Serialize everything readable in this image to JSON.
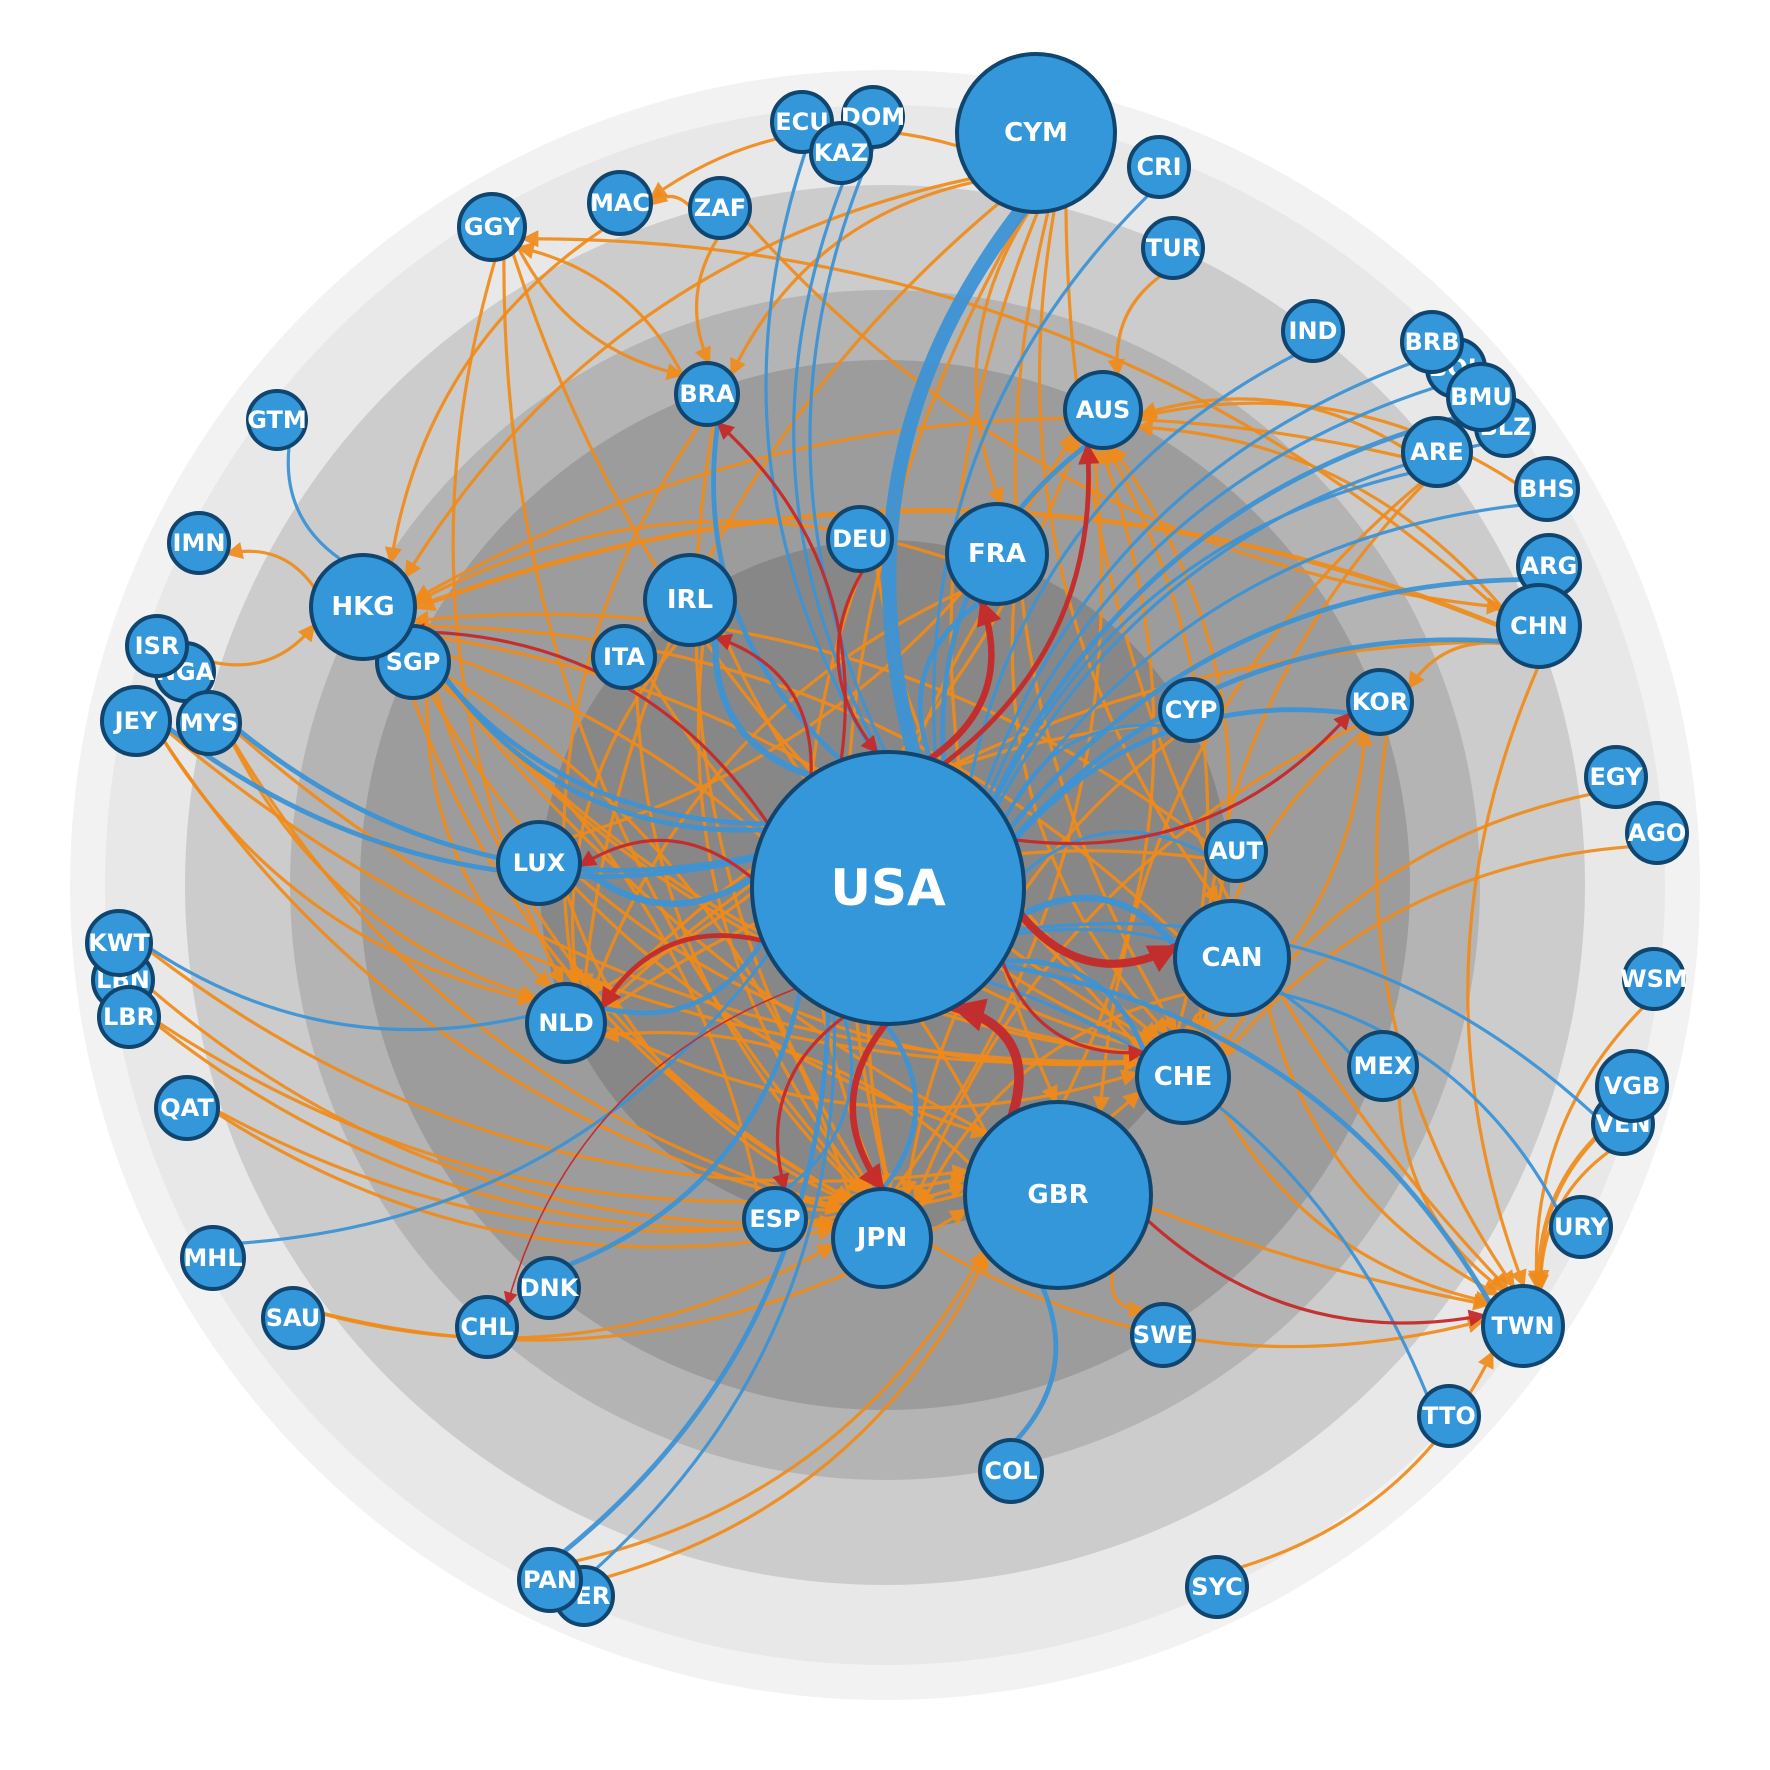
{
  "colors": {
    "node_fill": "#3497da",
    "node_stroke": "#0f456e",
    "node_label": "#ffffff",
    "edge_blue": "#3d92d4",
    "edge_orange": "#f08b1a",
    "edge_red": "#c62a2a",
    "ring_colors": [
      "#f2f2f2",
      "#e8e8e8",
      "#cccccc",
      "#b4b4b4",
      "#9c9c9c",
      "#878787"
    ]
  },
  "nodes": [
    {
      "id": "USA",
      "label": "USA"
    },
    {
      "id": "CYM",
      "label": "CYM"
    },
    {
      "id": "GBR",
      "label": "GBR"
    },
    {
      "id": "CAN",
      "label": "CAN"
    },
    {
      "id": "HKG",
      "label": "HKG"
    },
    {
      "id": "FRA",
      "label": "FRA"
    },
    {
      "id": "JPN",
      "label": "JPN"
    },
    {
      "id": "CHE",
      "label": "CHE"
    },
    {
      "id": "IRL",
      "label": "IRL"
    },
    {
      "id": "LUX",
      "label": "LUX"
    },
    {
      "id": "NLD",
      "label": "NLD"
    },
    {
      "id": "AUS",
      "label": "AUS"
    },
    {
      "id": "CHN",
      "label": "CHN"
    },
    {
      "id": "SGP",
      "label": "SGP"
    },
    {
      "id": "TWN",
      "label": "TWN"
    },
    {
      "id": "BRA",
      "label": "BRA"
    },
    {
      "id": "DEU",
      "label": "DEU"
    },
    {
      "id": "KOR",
      "label": "KOR"
    },
    {
      "id": "ARE",
      "label": "ARE"
    },
    {
      "id": "MEX",
      "label": "MEX"
    },
    {
      "id": "ITA",
      "label": "ITA"
    },
    {
      "id": "AUT",
      "label": "AUT"
    },
    {
      "id": "ESP",
      "label": "ESP"
    },
    {
      "id": "CYP",
      "label": "CYP"
    },
    {
      "id": "DNK",
      "label": "DNK"
    },
    {
      "id": "CHL",
      "label": "CHL"
    },
    {
      "id": "SWE",
      "label": "SWE"
    },
    {
      "id": "COL",
      "label": "COL"
    },
    {
      "id": "VGB",
      "label": "VGB"
    },
    {
      "id": "ARG",
      "label": "ARG"
    },
    {
      "id": "BHS",
      "label": "BHS"
    },
    {
      "id": "BMU",
      "label": "BMU"
    },
    {
      "id": "BLZ",
      "label": "BLZ"
    },
    {
      "id": "BOL",
      "label": "BOL"
    },
    {
      "id": "BRB",
      "label": "BRB"
    },
    {
      "id": "IND",
      "label": "IND"
    },
    {
      "id": "TUR",
      "label": "TUR"
    },
    {
      "id": "CRI",
      "label": "CRI"
    },
    {
      "id": "DOM",
      "label": "DOM"
    },
    {
      "id": "ECU",
      "label": "ECU"
    },
    {
      "id": "KAZ",
      "label": "KAZ"
    },
    {
      "id": "ZAF",
      "label": "ZAF"
    },
    {
      "id": "MAC",
      "label": "MAC"
    },
    {
      "id": "GGY",
      "label": "GGY"
    },
    {
      "id": "GTM",
      "label": "GTM"
    },
    {
      "id": "IMN",
      "label": "IMN"
    },
    {
      "id": "ISR",
      "label": "ISR"
    },
    {
      "id": "NGA",
      "label": "NGA"
    },
    {
      "id": "JEY",
      "label": "JEY"
    },
    {
      "id": "MYS",
      "label": "MYS"
    },
    {
      "id": "KWT",
      "label": "KWT"
    },
    {
      "id": "LBN",
      "label": "LBN"
    },
    {
      "id": "LBR",
      "label": "LBR"
    },
    {
      "id": "QAT",
      "label": "QAT"
    },
    {
      "id": "MHL",
      "label": "MHL"
    },
    {
      "id": "SAU",
      "label": "SAU"
    },
    {
      "id": "PAN",
      "label": "PAN"
    },
    {
      "id": "PER",
      "label": "PER"
    },
    {
      "id": "SYC",
      "label": "SYC"
    },
    {
      "id": "TTO",
      "label": "TTO"
    },
    {
      "id": "URY",
      "label": "URY"
    },
    {
      "id": "VEN",
      "label": "VEN"
    },
    {
      "id": "WSM",
      "label": "WSM"
    },
    {
      "id": "EGY",
      "label": "EGY"
    },
    {
      "id": "AGO",
      "label": "AGO"
    }
  ],
  "edges": [
    {
      "from": "USA",
      "to": "CAN",
      "kind": "red",
      "weight": 5
    },
    {
      "from": "USA",
      "to": "FRA",
      "kind": "red",
      "weight": 4
    },
    {
      "from": "USA",
      "to": "AUS",
      "kind": "red",
      "weight": 3
    },
    {
      "from": "USA",
      "to": "JPN",
      "kind": "red",
      "weight": 4
    },
    {
      "from": "USA",
      "to": "NLD",
      "kind": "red",
      "weight": 3
    },
    {
      "from": "USA",
      "to": "HKG",
      "kind": "red",
      "weight": 2
    },
    {
      "from": "USA",
      "to": "CHE",
      "kind": "red",
      "weight": 2
    },
    {
      "from": "USA",
      "to": "LUX",
      "kind": "red",
      "weight": 2
    },
    {
      "from": "USA",
      "to": "IRL",
      "kind": "red",
      "weight": 2
    },
    {
      "from": "USA",
      "to": "BRA",
      "kind": "red",
      "weight": 2
    },
    {
      "from": "USA",
      "to": "KOR",
      "kind": "red",
      "weight": 2
    },
    {
      "from": "USA",
      "to": "ESP",
      "kind": "red",
      "weight": 2
    },
    {
      "from": "USA",
      "to": "CHL",
      "kind": "red",
      "weight": 1
    },
    {
      "from": "GBR",
      "to": "TWN",
      "kind": "red",
      "weight": 2
    },
    {
      "from": "GBR",
      "to": "USA",
      "kind": "red",
      "weight": 6
    },
    {
      "from": "CYM",
      "to": "USA",
      "kind": "blue",
      "weight": 9
    },
    {
      "from": "GBR",
      "to": "USA",
      "kind": "blue",
      "weight": 4
    },
    {
      "from": "DEU",
      "to": "USA",
      "kind": "red",
      "weight": 2
    },
    {
      "from": "CYM",
      "to": "MAC",
      "kind": "orange",
      "weight": 2
    },
    {
      "from": "CYM",
      "to": "HKG",
      "kind": "orange",
      "weight": 2
    },
    {
      "from": "CYM",
      "to": "FRA",
      "kind": "orange",
      "weight": 2
    },
    {
      "from": "CYM",
      "to": "GBR",
      "kind": "orange",
      "weight": 2
    },
    {
      "from": "CYM",
      "to": "CHE",
      "kind": "orange",
      "weight": 2
    },
    {
      "from": "CYM",
      "to": "JPN",
      "kind": "orange",
      "weight": 2
    },
    {
      "from": "CYM",
      "to": "TWN",
      "kind": "orange",
      "weight": 2
    },
    {
      "from": "CYM",
      "to": "NLD",
      "kind": "orange",
      "weight": 2
    },
    {
      "from": "CYM",
      "to": "BRA",
      "kind": "orange",
      "weight": 2
    },
    {
      "from": "CYM",
      "to": "CAN",
      "kind": "orange",
      "weight": 2
    },
    {
      "from": "CHN",
      "to": "HKG",
      "kind": "orange",
      "weight": 3
    },
    {
      "from": "CHN",
      "to": "GGY",
      "kind": "orange",
      "weight": 2
    },
    {
      "from": "CHN",
      "to": "AUS",
      "kind": "orange",
      "weight": 2
    },
    {
      "from": "CHN",
      "to": "NLD",
      "kind": "orange",
      "weight": 2
    },
    {
      "from": "CHN",
      "to": "TWN",
      "kind": "orange",
      "weight": 2
    },
    {
      "from": "ARE",
      "to": "HKG",
      "kind": "orange",
      "weight": 2
    },
    {
      "from": "ARE",
      "to": "GBR",
      "kind": "orange",
      "weight": 2
    },
    {
      "from": "ARE",
      "to": "CHE",
      "kind": "orange",
      "weight": 2
    },
    {
      "from": "GGY",
      "to": "NLD",
      "kind": "orange",
      "weight": 2
    },
    {
      "from": "GGY",
      "to": "JPN",
      "kind": "orange",
      "weight": 2
    },
    {
      "from": "GGY",
      "to": "CHE",
      "kind": "orange",
      "weight": 2
    },
    {
      "from": "HKG",
      "to": "JPN",
      "kind": "orange",
      "weight": 2
    },
    {
      "from": "HKG",
      "to": "CHE",
      "kind": "orange",
      "weight": 2
    },
    {
      "from": "HKG",
      "to": "GBR",
      "kind": "orange",
      "weight": 2
    },
    {
      "from": "HKG",
      "to": "IMN",
      "kind": "orange",
      "weight": 2
    },
    {
      "from": "SGP",
      "to": "NLD",
      "kind": "orange",
      "weight": 2
    },
    {
      "from": "SGP",
      "to": "JPN",
      "kind": "orange",
      "weight": 2
    },
    {
      "from": "SGP",
      "to": "CHE",
      "kind": "orange",
      "weight": 2
    },
    {
      "from": "IRL",
      "to": "CHE",
      "kind": "orange",
      "weight": 2
    },
    {
      "from": "IRL",
      "to": "JPN",
      "kind": "orange",
      "weight": 2
    },
    {
      "from": "IRL",
      "to": "NLD",
      "kind": "orange",
      "weight": 2
    },
    {
      "from": "LUX",
      "to": "CHE",
      "kind": "orange",
      "weight": 2
    },
    {
      "from": "LUX",
      "to": "JPN",
      "kind": "orange",
      "weight": 2
    },
    {
      "from": "LUX",
      "to": "AUS",
      "kind": "orange",
      "weight": 2
    },
    {
      "from": "NLD",
      "to": "AUS",
      "kind": "orange",
      "weight": 2
    },
    {
      "from": "NLD",
      "to": "CHE",
      "kind": "orange",
      "weight": 2
    },
    {
      "from": "FRA",
      "to": "CHE",
      "kind": "orange",
      "weight": 2
    },
    {
      "from": "FRA",
      "to": "NLD",
      "kind": "orange",
      "weight": 2
    },
    {
      "from": "FRA",
      "to": "JPN",
      "kind": "orange",
      "weight": 2
    },
    {
      "from": "FRA",
      "to": "HKG",
      "kind": "orange",
      "weight": 2
    },
    {
      "from": "CAN",
      "to": "CHE",
      "kind": "orange",
      "weight": 2
    },
    {
      "from": "CAN",
      "to": "JPN",
      "kind": "orange",
      "weight": 2
    },
    {
      "from": "CAN",
      "to": "HKG",
      "kind": "orange",
      "weight": 2
    },
    {
      "from": "CAN",
      "to": "AUS",
      "kind": "orange",
      "weight": 2
    },
    {
      "from": "CHE",
      "to": "AUS",
      "kind": "orange",
      "weight": 2
    },
    {
      "from": "CHE",
      "to": "KOR",
      "kind": "orange",
      "weight": 2
    },
    {
      "from": "CHE",
      "to": "HKG",
      "kind": "orange",
      "weight": 2
    },
    {
      "from": "JPN",
      "to": "HKG",
      "kind": "orange",
      "weight": 2
    },
    {
      "from": "JPN",
      "to": "AUS",
      "kind": "orange",
      "weight": 2
    },
    {
      "from": "GBR",
      "to": "SWE",
      "kind": "orange",
      "weight": 2
    },
    {
      "from": "GBR",
      "to": "HKG",
      "kind": "orange",
      "weight": 2
    },
    {
      "from": "GBR",
      "to": "NLD",
      "kind": "orange",
      "weight": 2
    },
    {
      "from": "GBR",
      "to": "AUS",
      "kind": "orange",
      "weight": 2
    },
    {
      "from": "AUT",
      "to": "NLD",
      "kind": "orange",
      "weight": 2
    },
    {
      "from": "AUT",
      "to": "HKG",
      "kind": "orange",
      "weight": 2
    },
    {
      "from": "CYP",
      "to": "NLD",
      "kind": "orange",
      "weight": 2
    },
    {
      "from": "CYP",
      "to": "JPN",
      "kind": "orange",
      "weight": 2
    },
    {
      "from": "KOR",
      "to": "JPN",
      "kind": "orange",
      "weight": 2
    },
    {
      "from": "KOR",
      "to": "CHE",
      "kind": "orange",
      "weight": 2
    },
    {
      "from": "ITA",
      "to": "CHE",
      "kind": "orange",
      "weight": 2
    },
    {
      "from": "ITA",
      "to": "JPN",
      "kind": "orange",
      "weight": 2
    },
    {
      "from": "DEU",
      "to": "CHE",
      "kind": "orange",
      "weight": 2
    },
    {
      "from": "DEU",
      "to": "JPN",
      "kind": "orange",
      "weight": 2
    },
    {
      "from": "BRA",
      "to": "JPN",
      "kind": "orange",
      "weight": 2
    },
    {
      "from": "BRA",
      "to": "NLD",
      "kind": "orange",
      "weight": 2
    },
    {
      "from": "ESP",
      "to": "HKG",
      "kind": "orange",
      "weight": 2
    },
    {
      "from": "ESP",
      "to": "CHE",
      "kind": "orange",
      "weight": 2
    },
    {
      "from": "ZAF",
      "to": "MAC",
      "kind": "orange",
      "weight": 2
    },
    {
      "from": "ZAF",
      "to": "BRA",
      "kind": "orange",
      "weight": 2
    },
    {
      "from": "ZAF",
      "to": "CHN",
      "kind": "orange",
      "weight": 2
    },
    {
      "from": "GGY",
      "to": "BRA",
      "kind": "orange",
      "weight": 2
    },
    {
      "from": "BRA",
      "to": "GGY",
      "kind": "orange",
      "weight": 2
    },
    {
      "from": "TUR",
      "to": "AUS",
      "kind": "orange",
      "weight": 2
    },
    {
      "from": "MAC",
      "to": "HKG",
      "kind": "orange",
      "weight": 2
    },
    {
      "from": "JEY",
      "to": "NLD",
      "kind": "orange",
      "weight": 2
    },
    {
      "from": "JEY",
      "to": "CHE",
      "kind": "orange",
      "weight": 2
    },
    {
      "from": "JEY",
      "to": "JPN",
      "kind": "orange",
      "weight": 2
    },
    {
      "from": "MYS",
      "to": "CHE",
      "kind": "orange",
      "weight": 2
    },
    {
      "from": "MYS",
      "to": "JPN",
      "kind": "orange",
      "weight": 2
    },
    {
      "from": "MYS",
      "to": "NLD",
      "kind": "orange",
      "weight": 2
    },
    {
      "from": "NGA",
      "to": "HKG",
      "kind": "orange",
      "weight": 2
    },
    {
      "from": "KWT",
      "to": "GBR",
      "kind": "orange",
      "weight": 2
    },
    {
      "from": "LBN",
      "to": "JPN",
      "kind": "orange",
      "weight": 2
    },
    {
      "from": "LBR",
      "to": "GBR",
      "kind": "orange",
      "weight": 2
    },
    {
      "from": "LBR",
      "to": "JPN",
      "kind": "orange",
      "weight": 2
    },
    {
      "from": "QAT",
      "to": "GBR",
      "kind": "orange",
      "weight": 2
    },
    {
      "from": "QAT",
      "to": "JPN",
      "kind": "orange",
      "weight": 2
    },
    {
      "from": "SAU",
      "to": "GBR",
      "kind": "orange",
      "weight": 2
    },
    {
      "from": "SAU",
      "to": "JPN",
      "kind": "orange",
      "weight": 2
    },
    {
      "from": "PAN",
      "to": "GBR",
      "kind": "orange",
      "weight": 2
    },
    {
      "from": "PER",
      "to": "GBR",
      "kind": "orange",
      "weight": 2
    },
    {
      "from": "SYC",
      "to": "TWN",
      "kind": "orange",
      "weight": 2
    },
    {
      "from": "VGB",
      "to": "TWN",
      "kind": "orange",
      "weight": 3
    },
    {
      "from": "WSM",
      "to": "TWN",
      "kind": "orange",
      "weight": 2
    },
    {
      "from": "VEN",
      "to": "TWN",
      "kind": "orange",
      "weight": 2
    },
    {
      "from": "EGY",
      "to": "CHE",
      "kind": "orange",
      "weight": 2
    },
    {
      "from": "AGO",
      "to": "CHE",
      "kind": "orange",
      "weight": 2
    },
    {
      "from": "CHN",
      "to": "KOR",
      "kind": "orange",
      "weight": 2
    },
    {
      "from": "BHS",
      "to": "AUS",
      "kind": "orange",
      "weight": 2
    },
    {
      "from": "ARE",
      "to": "AUS",
      "kind": "orange",
      "weight": 2
    },
    {
      "from": "CHE",
      "to": "TWN",
      "kind": "orange",
      "weight": 2
    },
    {
      "from": "CAN",
      "to": "TWN",
      "kind": "orange",
      "weight": 2
    },
    {
      "from": "KOR",
      "to": "TWN",
      "kind": "orange",
      "weight": 2
    },
    {
      "from": "HKG",
      "to": "TWN",
      "kind": "orange",
      "weight": 2
    },
    {
      "from": "MEX",
      "to": "TWN",
      "kind": "orange",
      "weight": 2
    },
    {
      "from": "JPN",
      "to": "TWN",
      "kind": "orange",
      "weight": 2
    },
    {
      "from": "ECU",
      "to": "USA",
      "kind": "blue",
      "weight": 2
    },
    {
      "from": "DOM",
      "to": "USA",
      "kind": "blue",
      "weight": 2
    },
    {
      "from": "KAZ",
      "to": "USA",
      "kind": "blue",
      "weight": 2
    },
    {
      "from": "CRI",
      "to": "USA",
      "kind": "blue",
      "weight": 2
    },
    {
      "from": "IND",
      "to": "USA",
      "kind": "blue",
      "weight": 2
    },
    {
      "from": "BRB",
      "to": "USA",
      "kind": "blue",
      "weight": 2
    },
    {
      "from": "BOL",
      "to": "USA",
      "kind": "blue",
      "weight": 2
    },
    {
      "from": "BMU",
      "to": "USA",
      "kind": "blue",
      "weight": 3
    },
    {
      "from": "BLZ",
      "to": "USA",
      "kind": "blue",
      "weight": 2
    },
    {
      "from": "ARE",
      "to": "USA",
      "kind": "blue",
      "weight": 2
    },
    {
      "from": "BHS",
      "to": "USA",
      "kind": "blue",
      "weight": 2
    },
    {
      "from": "ARG",
      "to": "USA",
      "kind": "blue",
      "weight": 3
    },
    {
      "from": "CHN",
      "to": "USA",
      "kind": "blue",
      "weight": 3
    },
    {
      "from": "KOR",
      "to": "USA",
      "kind": "blue",
      "weight": 3
    },
    {
      "from": "CYP",
      "to": "USA",
      "kind": "blue",
      "weight": 2
    },
    {
      "from": "AUT",
      "to": "USA",
      "kind": "blue",
      "weight": 2
    },
    {
      "from": "GTM",
      "to": "HKG",
      "kind": "blue",
      "weight": 2
    },
    {
      "from": "HKG",
      "to": "USA",
      "kind": "blue",
      "weight": 3
    },
    {
      "from": "SGP",
      "to": "USA",
      "kind": "blue",
      "weight": 3
    },
    {
      "from": "JEY",
      "to": "USA",
      "kind": "blue",
      "weight": 3
    },
    {
      "from": "MYS",
      "to": "USA",
      "kind": "blue",
      "weight": 3
    },
    {
      "from": "KWT",
      "to": "NLD",
      "kind": "blue",
      "weight": 2
    },
    {
      "from": "NLD",
      "to": "USA",
      "kind": "blue",
      "weight": 3
    },
    {
      "from": "LUX",
      "to": "USA",
      "kind": "blue",
      "weight": 4
    },
    {
      "from": "IRL",
      "to": "USA",
      "kind": "blue",
      "weight": 4
    },
    {
      "from": "BRA",
      "to": "USA",
      "kind": "blue",
      "weight": 3
    },
    {
      "from": "MHL",
      "to": "USA",
      "kind": "blue",
      "weight": 2
    },
    {
      "from": "DNK",
      "to": "USA",
      "kind": "blue",
      "weight": 3
    },
    {
      "from": "PAN",
      "to": "USA",
      "kind": "blue",
      "weight": 3
    },
    {
      "from": "PER",
      "to": "USA",
      "kind": "blue",
      "weight": 2
    },
    {
      "from": "JPN",
      "to": "USA",
      "kind": "blue",
      "weight": 3
    },
    {
      "from": "COL",
      "to": "GBR",
      "kind": "blue",
      "weight": 3
    },
    {
      "from": "TTO",
      "to": "USA",
      "kind": "blue",
      "weight": 2
    },
    {
      "from": "URY",
      "to": "CAN",
      "kind": "blue",
      "weight": 2
    },
    {
      "from": "VEN",
      "to": "USA",
      "kind": "blue",
      "weight": 2
    },
    {
      "from": "CAN",
      "to": "USA",
      "kind": "blue",
      "weight": 4
    },
    {
      "from": "CHE",
      "to": "USA",
      "kind": "blue",
      "weight": 3
    },
    {
      "from": "MEX",
      "to": "USA",
      "kind": "blue",
      "weight": 2
    },
    {
      "from": "TWN",
      "to": "USA",
      "kind": "blue",
      "weight": 3
    },
    {
      "from": "FRA",
      "to": "USA",
      "kind": "blue",
      "weight": 3
    },
    {
      "from": "AUS",
      "to": "USA",
      "kind": "blue",
      "weight": 3
    },
    {
      "from": "ESP",
      "to": "USA",
      "kind": "blue",
      "weight": 2
    }
  ]
}
